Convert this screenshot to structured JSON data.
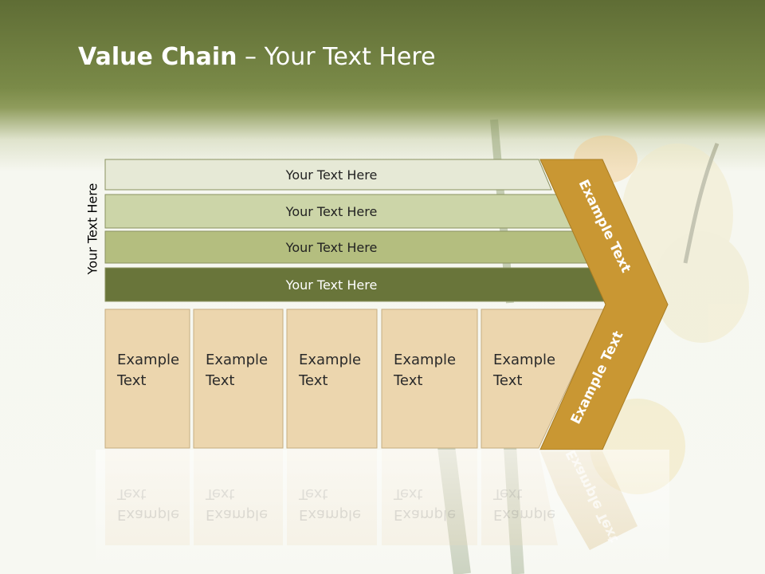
{
  "slide": {
    "title_bold": "Value Chain",
    "title_rest": " – Your Text Here",
    "vertical_label": "Your Text Here"
  },
  "bars": [
    {
      "label": "Your Text Here",
      "color": "#e6e9d6"
    },
    {
      "label": "Your Text Here",
      "color": "#ccd5a8"
    },
    {
      "label": "Your Text Here",
      "color": "#b4be7f"
    },
    {
      "label": "Your Text Here",
      "color": "#69753a"
    }
  ],
  "activities": [
    {
      "line1": "Example",
      "line2": "Text"
    },
    {
      "line1": "Example",
      "line2": "Text"
    },
    {
      "line1": "Example",
      "line2": "Text"
    },
    {
      "line1": "Example",
      "line2": "Text"
    },
    {
      "line1": "Example",
      "line2": "Text"
    }
  ],
  "chevron": {
    "upper_label": "Example Text",
    "lower_label": "Example Text",
    "color": "#c99733"
  },
  "colors": {
    "header": "#6d7b3e",
    "card": "#ecd6ae"
  }
}
